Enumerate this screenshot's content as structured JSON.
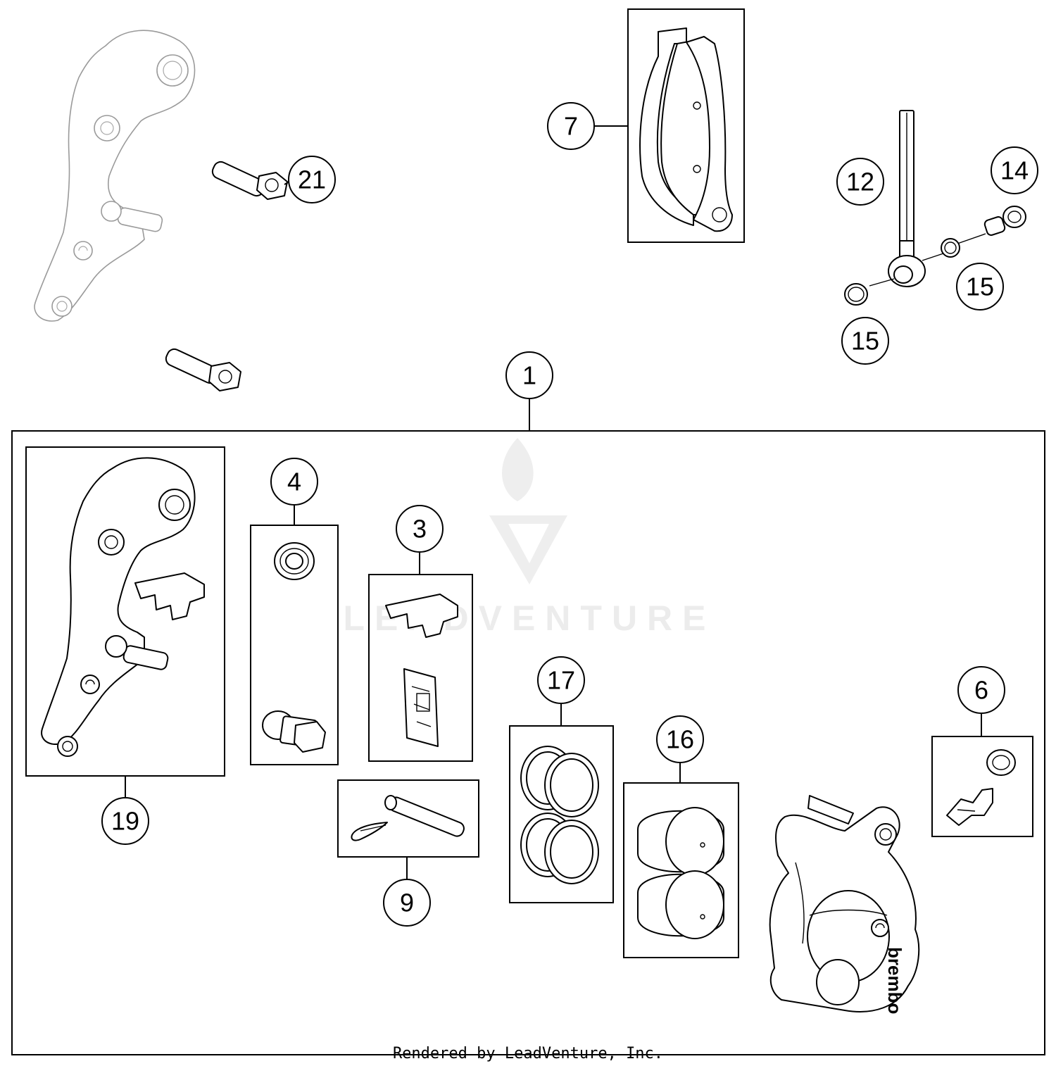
{
  "callouts": [
    {
      "id": "c1",
      "label": "1"
    },
    {
      "id": "c3",
      "label": "3"
    },
    {
      "id": "c4",
      "label": "4"
    },
    {
      "id": "c6",
      "label": "6"
    },
    {
      "id": "c7",
      "label": "7"
    },
    {
      "id": "c9",
      "label": "9"
    },
    {
      "id": "c12",
      "label": "12"
    },
    {
      "id": "c14",
      "label": "14"
    },
    {
      "id": "c15a",
      "label": "15"
    },
    {
      "id": "c15b",
      "label": "15"
    },
    {
      "id": "c16",
      "label": "16"
    },
    {
      "id": "c17",
      "label": "17"
    },
    {
      "id": "c19",
      "label": "19"
    },
    {
      "id": "c21",
      "label": "21"
    }
  ],
  "watermark": {
    "text": "LEADVENTURE"
  },
  "footer": {
    "text": "Rendered by LeadVenture, Inc."
  },
  "caliper": {
    "brand_text": "brembo"
  },
  "colors": {
    "line": "#000000",
    "ghost": "#9a9a9a",
    "watermark": "#ececec",
    "background": "#ffffff"
  }
}
